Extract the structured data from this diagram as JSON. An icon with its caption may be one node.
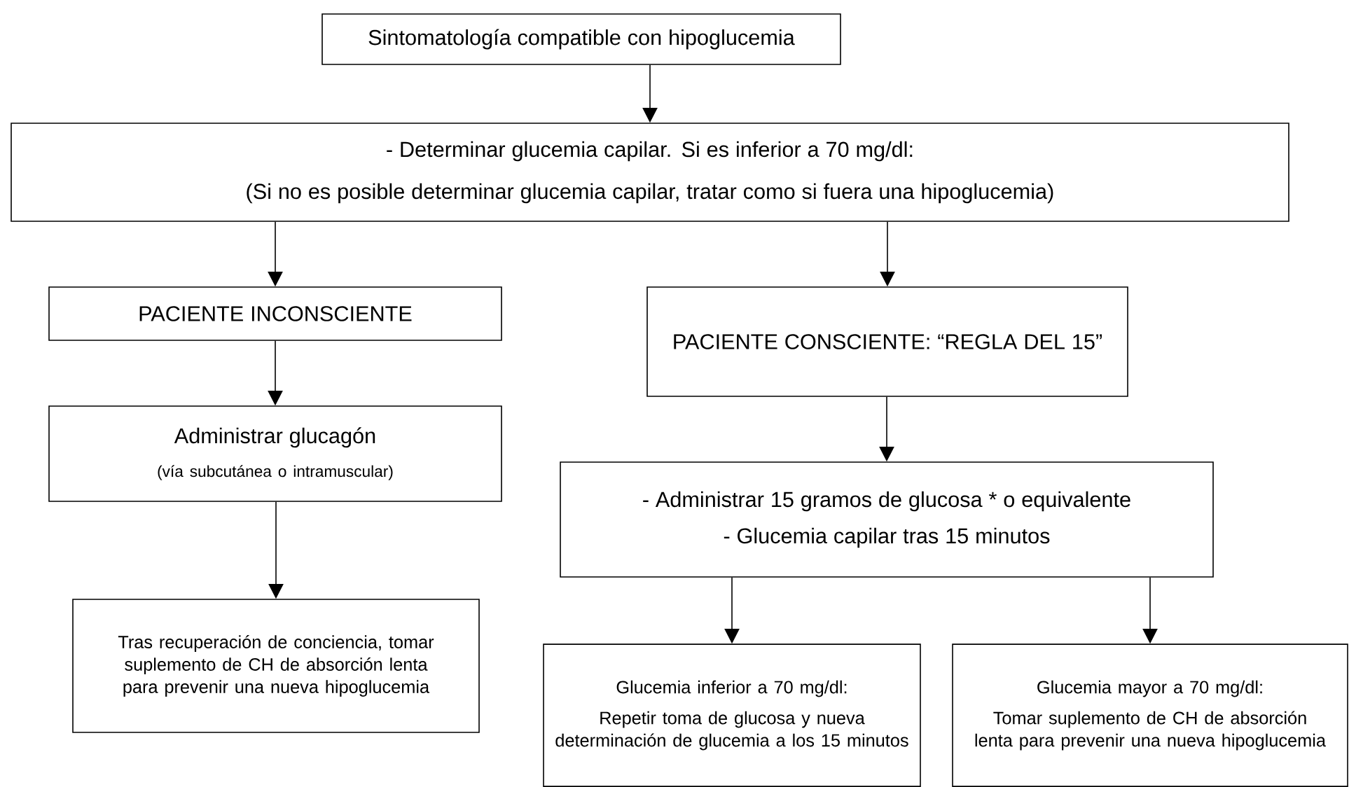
{
  "diagram": {
    "nodes": [
      {
        "text": [
          "Sintomatología compatible con hipoglucemia"
        ]
      },
      {
        "text": [
          "- Determinar glucemia capilar. Si es inferior a 70 mg/dl:",
          "(Si no es posible determinar glucemia capilar, tratar como si fuera una hipoglucemia)"
        ]
      },
      {
        "text": [
          "PACIENTE INCONSCIENTE"
        ]
      },
      {
        "text": [
          "PACIENTE CONSCIENTE: “REGLA DEL 15”"
        ]
      },
      {
        "text": [
          "Administrar glucagón",
          "(vía subcutánea o intramuscular)"
        ]
      },
      {
        "text": [
          "Tras recuperación de conciencia, tomar suplemento de CH de absorción lenta para prevenir una nueva hipoglucemia"
        ]
      },
      {
        "text": [
          "- Administrar 15 gramos de glucosa * o equivalente",
          "- Glucemia capilar tras 15 minutos"
        ]
      },
      {
        "text": [
          "Glucemia inferior a 70 mg/dl:",
          "Repetir toma de glucosa y nueva determinación de glucemia a los 15 minutos"
        ]
      },
      {
        "text": [
          "Glucemia mayor a 70 mg/dl:",
          "Tomar suplemento de CH de absorción lenta para prevenir una nueva hipoglucemia"
        ]
      }
    ],
    "edges": [
      {
        "from": 0,
        "to": 1,
        "arrow": "to"
      },
      {
        "from": 1,
        "to": 2,
        "arrow": "to"
      },
      {
        "from": 1,
        "to": 3,
        "arrow": "to"
      },
      {
        "from": 2,
        "to": 4,
        "arrow": "to"
      },
      {
        "from": 3,
        "to": 6,
        "arrow": "to"
      },
      {
        "from": 4,
        "to": 5,
        "arrow": "to"
      },
      {
        "from": 6,
        "to": 7,
        "arrow": "to"
      },
      {
        "from": 6,
        "to": 8,
        "arrow": "to"
      }
    ]
  }
}
